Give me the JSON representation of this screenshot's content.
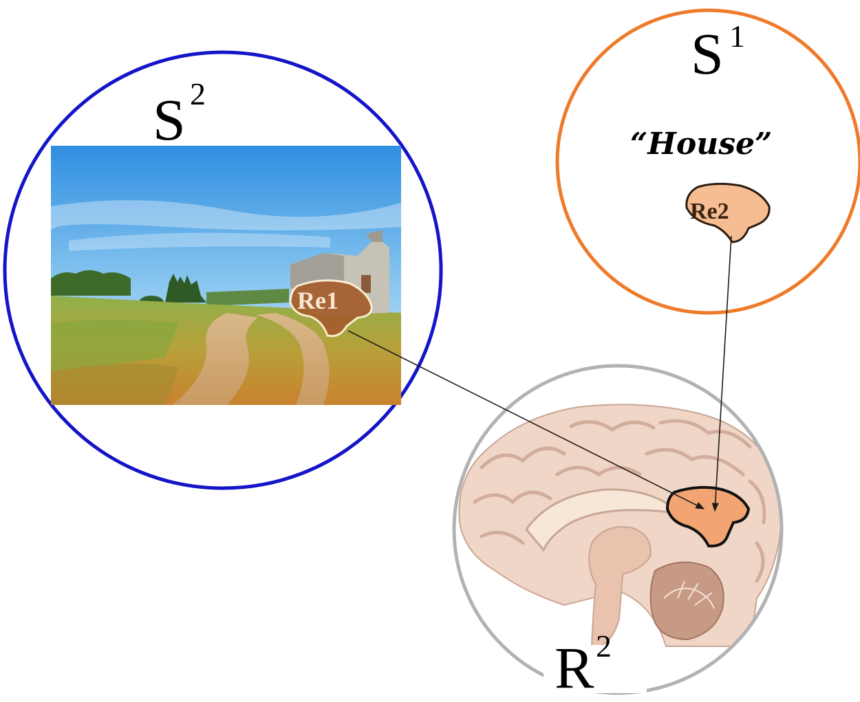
{
  "nodes": {
    "s2": {
      "symbol": "S",
      "superscript": "2",
      "ring_color": "#1414c8"
    },
    "s1": {
      "symbol": "S",
      "superscript": "1",
      "ring_color": "#ee7a2a",
      "word": "“House”"
    },
    "r2": {
      "symbol": "R",
      "superscript": "2",
      "ring_color": "#b2b2b2"
    }
  },
  "regions": {
    "re1": {
      "label": "Re1",
      "fill": "#a55d2c",
      "label_color": "#f6e7cf"
    },
    "re2": {
      "label": "Re2",
      "fill": "#f6bd92",
      "label_color": "#3a2414"
    }
  },
  "brain": {
    "region_fill": "#f2a572",
    "tissue_color": "#f0d6c6"
  },
  "arrows": [
    {
      "from": "re1",
      "to": "brain-region"
    },
    {
      "from": "re2",
      "to": "brain-region"
    }
  ]
}
